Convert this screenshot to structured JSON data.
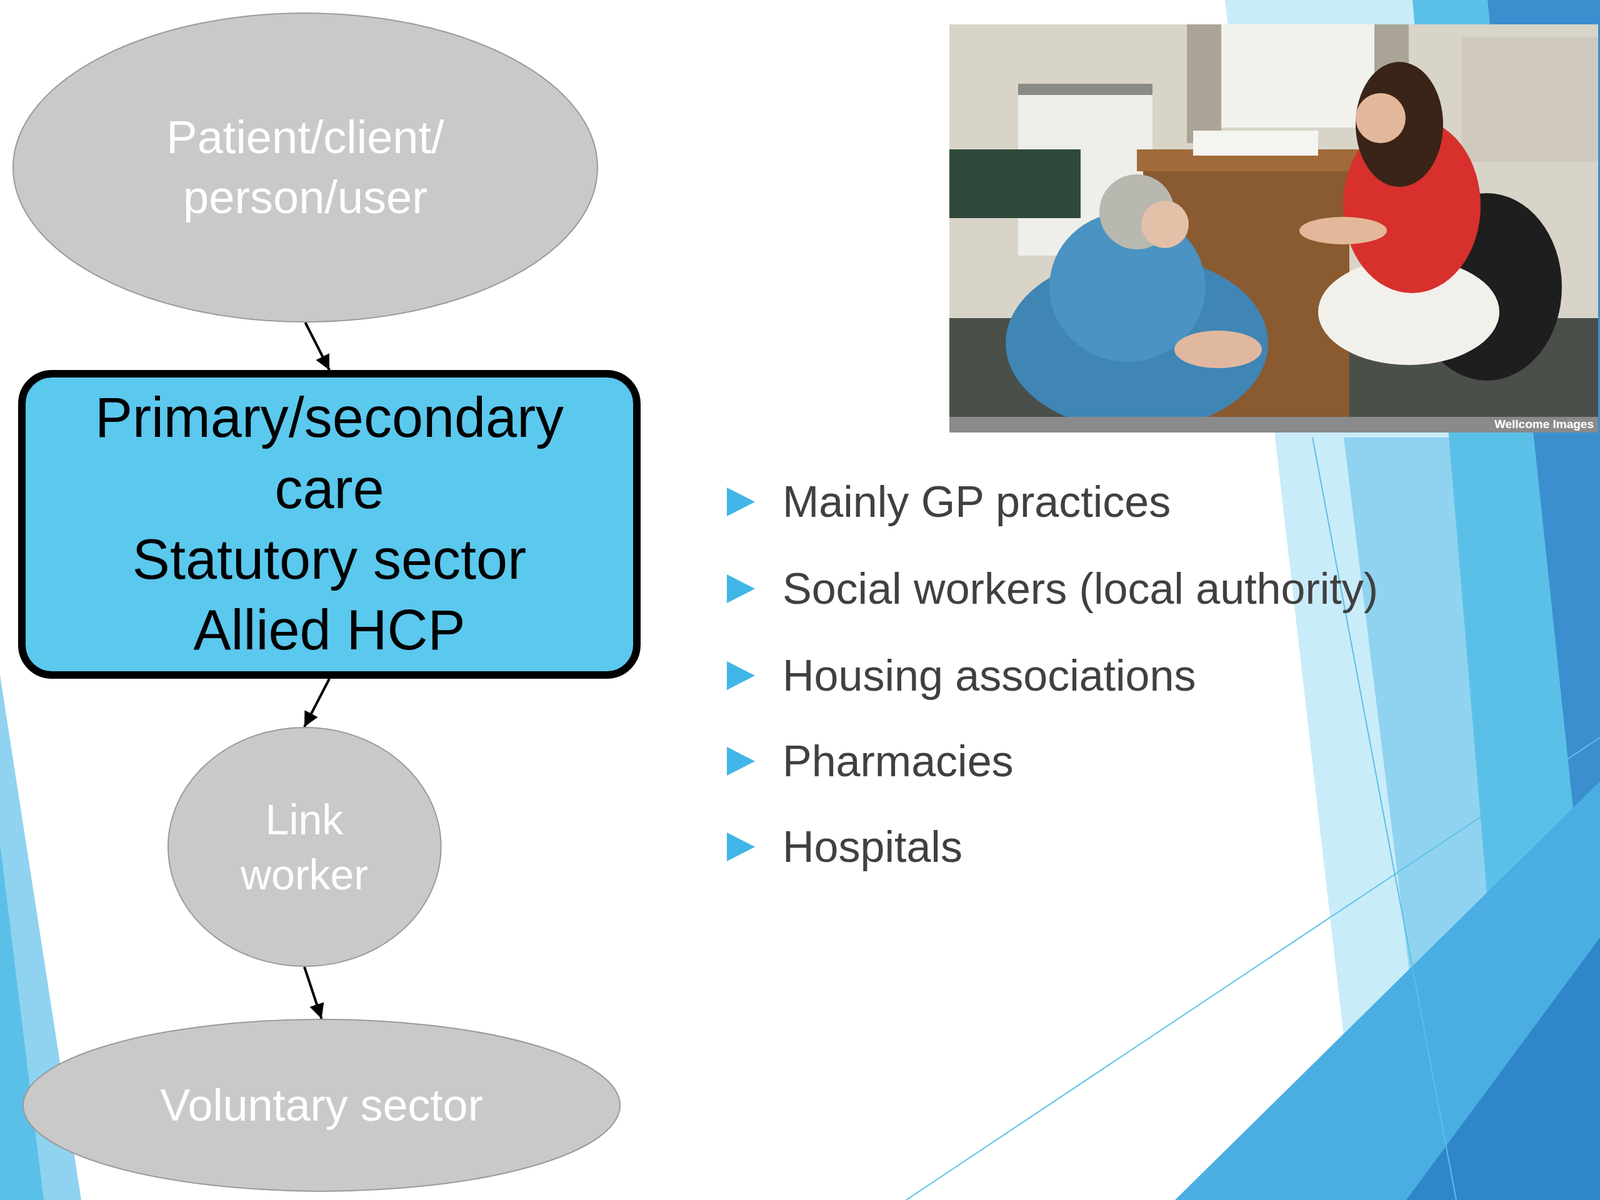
{
  "diagram": {
    "nodes": [
      {
        "text": [
          "Patient/client/ person/user"
        ]
      },
      {
        "text": [
          "Primary/secondary care",
          "Statutory sector",
          "Allied HCP"
        ]
      },
      {
        "text": [
          "Link worker"
        ]
      },
      {
        "text": [
          "Voluntary sector"
        ]
      }
    ],
    "edges": [
      {
        "from": 0,
        "to": 1,
        "arrow": "to"
      },
      {
        "from": 1,
        "to": 2,
        "arrow": "to"
      },
      {
        "from": 2,
        "to": 3,
        "arrow": "to"
      }
    ],
    "labels": [
      "Mainly GP practices",
      "Social workers (local authority)",
      "Housing associations",
      "Pharmacies",
      "Hospitals",
      "Wellcome Images"
    ]
  }
}
